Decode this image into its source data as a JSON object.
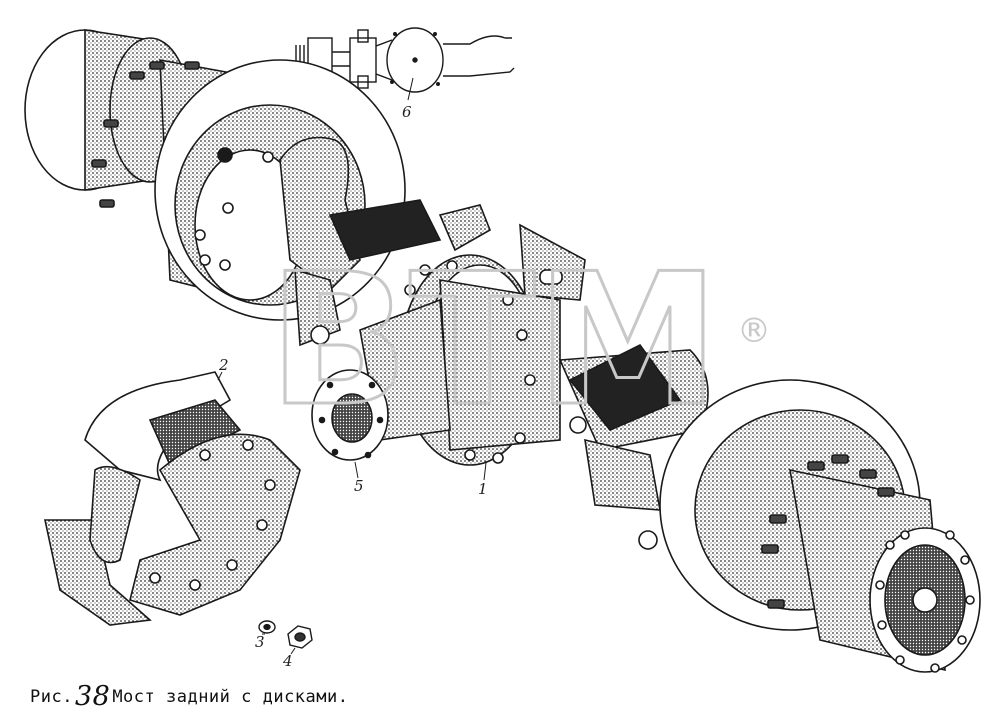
{
  "callouts": {
    "c1": "1",
    "c2": "2",
    "c3": "3",
    "c4": "4",
    "c5": "5",
    "c6": "6"
  },
  "watermark": {
    "text": "ВТМ",
    "registered": "®"
  },
  "caption": {
    "prefix": "Рис.",
    "number": "38",
    "title": "Мост задний с дисками."
  },
  "colors": {
    "ink": "#1a1a1a",
    "watermark": "#c8c8c8"
  }
}
